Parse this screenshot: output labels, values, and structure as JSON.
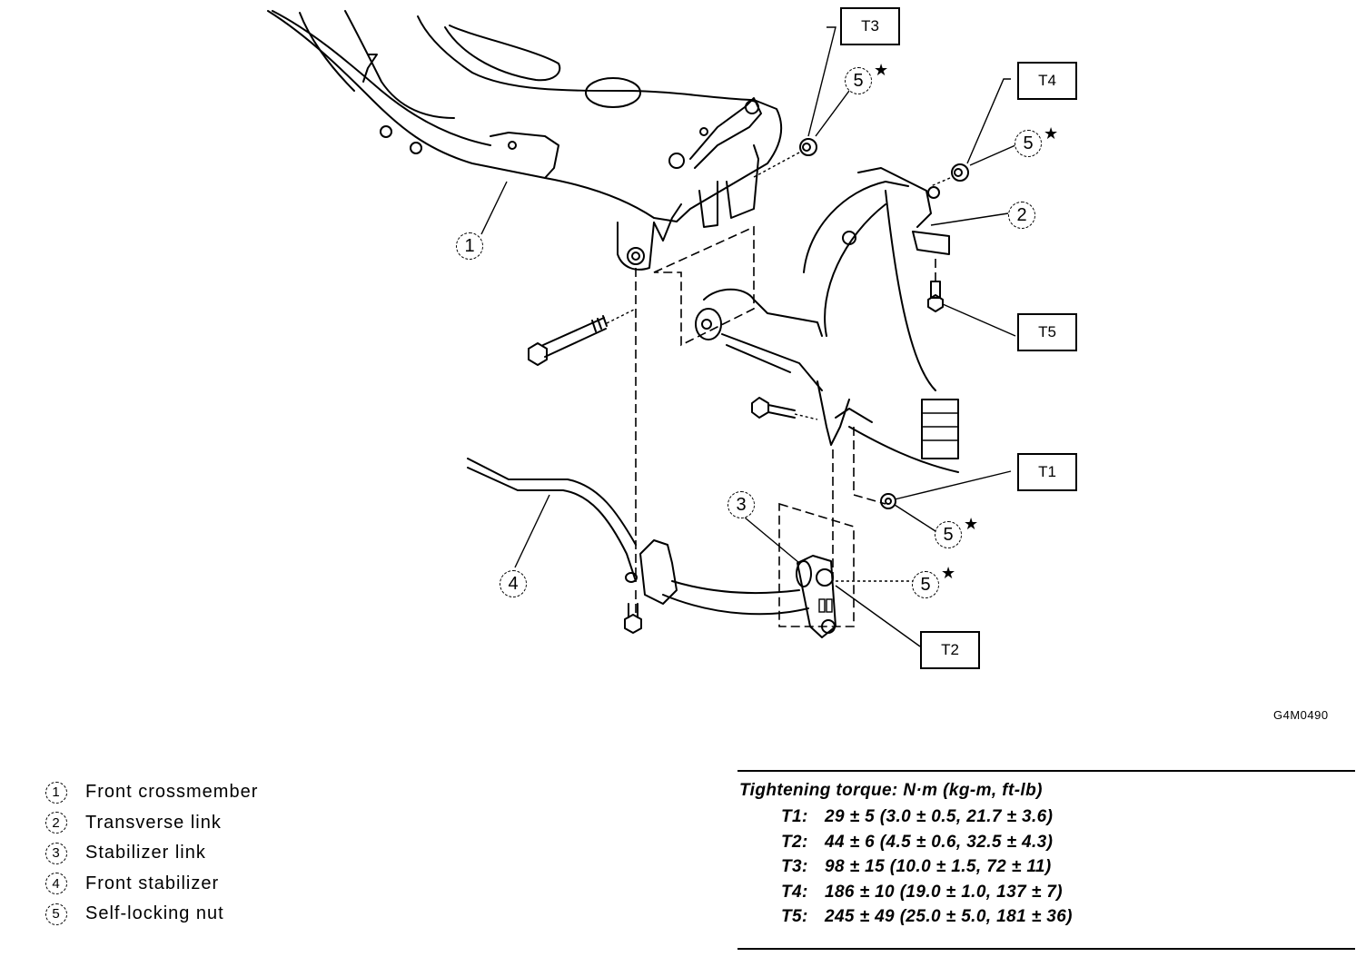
{
  "figure_code": "G4M0490",
  "callouts": {
    "T1": "T1",
    "T2": "T2",
    "T3": "T3",
    "T4": "T4",
    "T5": "T5"
  },
  "part_numbers": {
    "p1": "1",
    "p2": "2",
    "p3": "3",
    "p4": "4",
    "p5": "5",
    "star": "★"
  },
  "legend": {
    "items": [
      {
        "num": "1",
        "label": "Front crossmember"
      },
      {
        "num": "2",
        "label": "Transverse link"
      },
      {
        "num": "3",
        "label": "Stabilizer link"
      },
      {
        "num": "4",
        "label": "Front stabilizer"
      },
      {
        "num": "5",
        "label": "Self-locking nut"
      }
    ]
  },
  "torque": {
    "title": "Tightening torque: N·m (kg-m, ft-lb)",
    "rows": [
      {
        "key": "T1:",
        "value": "29 ± 5 (3.0 ± 0.5, 21.7 ± 3.6)"
      },
      {
        "key": "T2:",
        "value": "44 ± 6 (4.5 ± 0.6, 32.5 ± 4.3)"
      },
      {
        "key": "T3:",
        "value": "98 ± 15 (10.0 ± 1.5, 72 ± 11)"
      },
      {
        "key": "T4:",
        "value": "186 ± 10 (19.0 ± 1.0, 137 ± 7)"
      },
      {
        "key": "T5:",
        "value": "245 ± 49 (25.0 ± 5.0, 181 ± 36)"
      }
    ]
  }
}
